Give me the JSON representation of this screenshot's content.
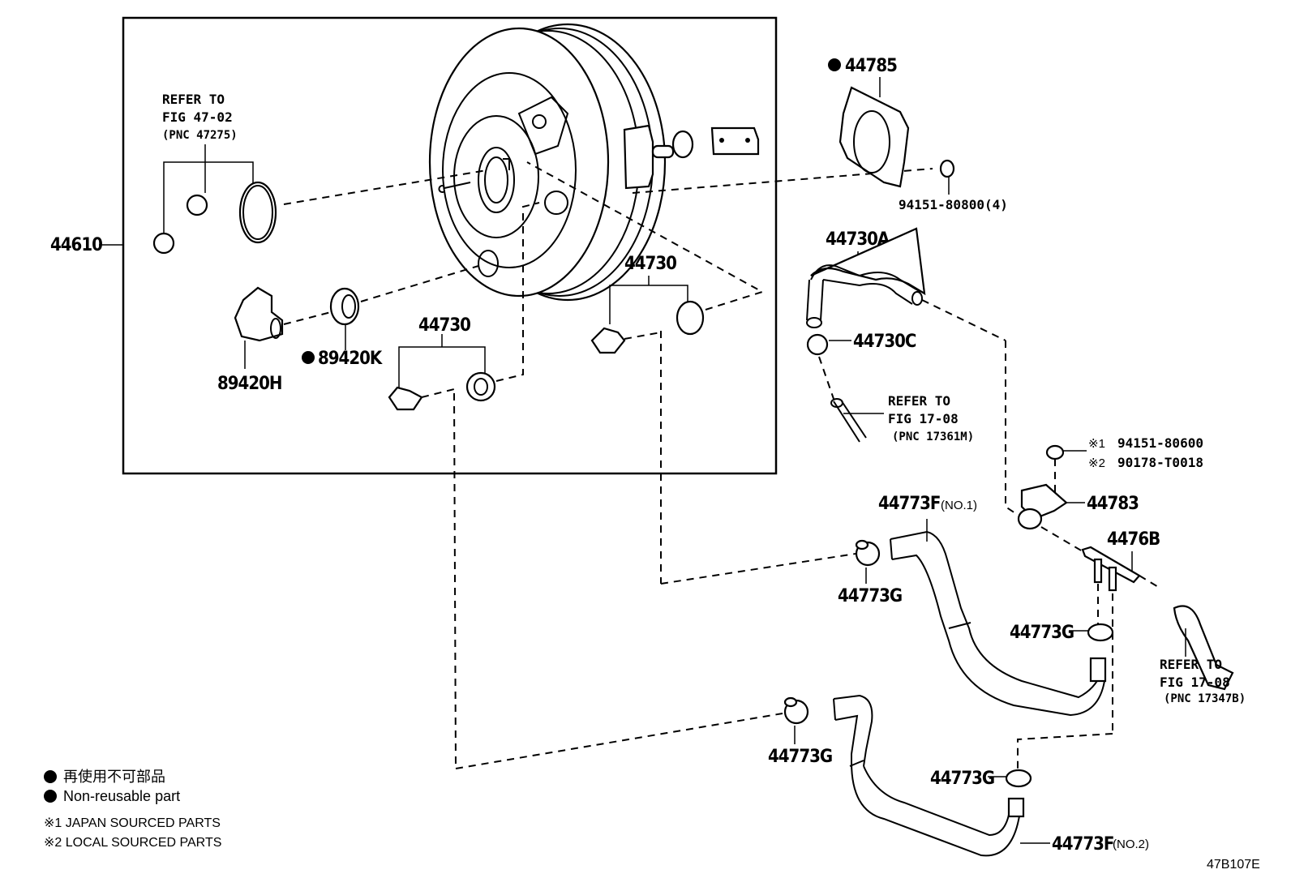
{
  "figure_id": "47B107E",
  "legend": {
    "non_reusable_jp": "再使用不可部品",
    "non_reusable_en": "Non-reusable part",
    "note1": "※1 JAPAN SOURCED PARTS",
    "note2": "※2 LOCAL SOURCED PARTS"
  },
  "refs": {
    "r1": {
      "line1": "REFER TO",
      "line2": "FIG 47-02",
      "line3": "(PNC 47275)"
    },
    "r2": {
      "line1": "REFER TO",
      "line2": "FIG 17-08",
      "line3": "(PNC 17361M)"
    },
    "r3": {
      "line1": "REFER TO",
      "line2": "FIG 17-08",
      "line3": "(PNC 17347B)"
    }
  },
  "parts": {
    "p44610": "44610",
    "p44785": "44785",
    "p94151_80800": "94151-80800(4)",
    "p44730A": "44730A",
    "p44730C": "44730C",
    "p44730_upper": "44730",
    "p44730_lower": "44730",
    "p89420H": "89420H",
    "p89420K": "89420K",
    "p44783": "44783",
    "p4476B": "4476B",
    "p44773F_no1": "44773F",
    "p44773F_no1_sub": "(NO.1)",
    "p44773F_no2": "44773F",
    "p44773F_no2_sub": "(NO.2)",
    "p44773G_a": "44773G",
    "p44773G_b": "44773G",
    "p44773G_c": "44773G",
    "p44773G_d": "44773G",
    "nut_alt1": "94151-80600",
    "nut_alt2": "90178-T0018",
    "mark1": "※1",
    "mark2": "※2"
  }
}
